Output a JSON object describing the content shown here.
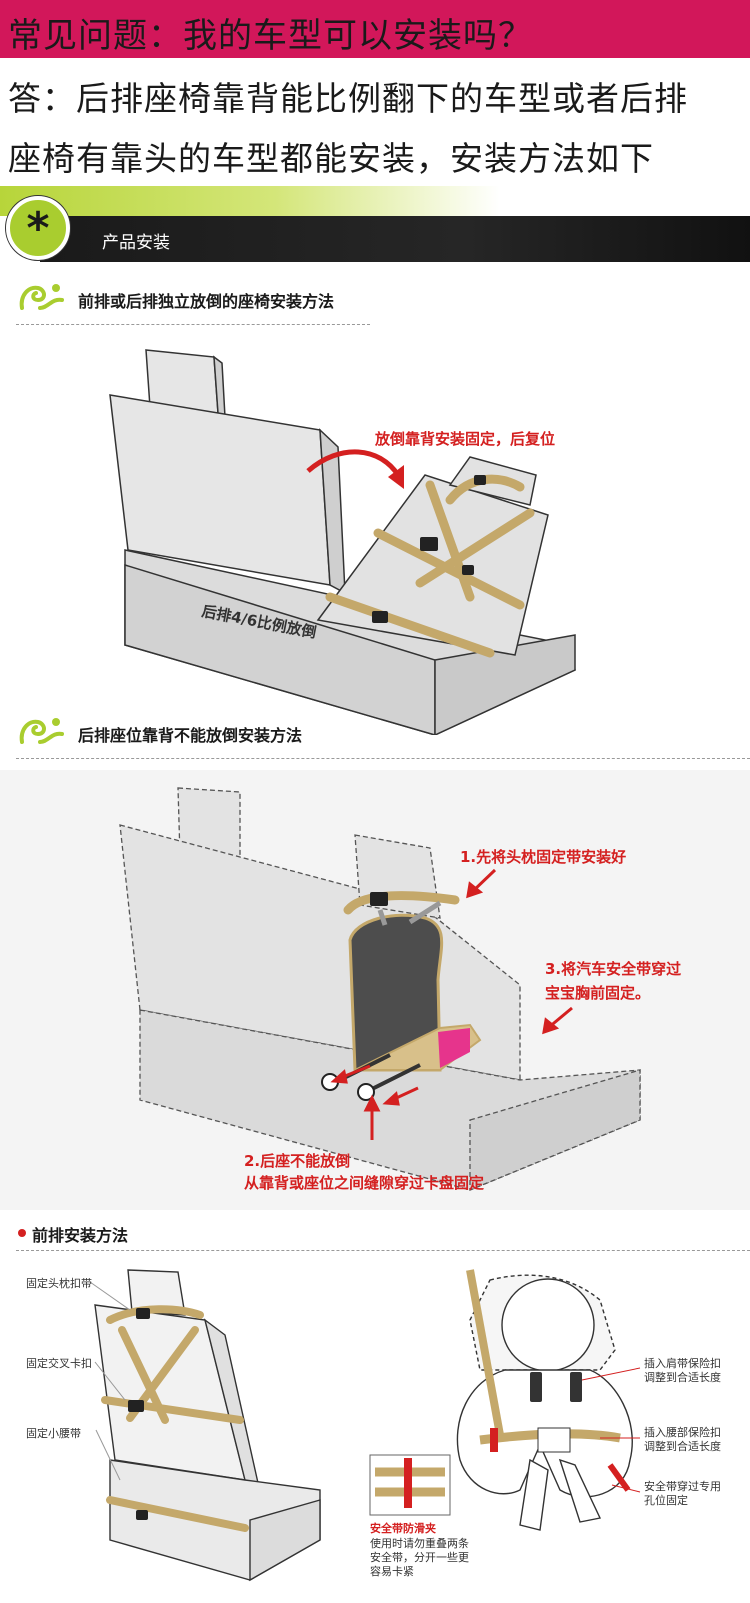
{
  "faq": {
    "question": "常见问题：我的车型可以安装吗？",
    "answer_line1": "答：后排座椅靠背能比例翻下的车型或者后排",
    "answer_line2": "座椅有靠头的车型都能安装，安装方法如下"
  },
  "banner": {
    "badge_symbol": "*",
    "title": "产品安装"
  },
  "section1": {
    "title": "前排或后排独立放倒的座椅安装方法",
    "annotation": "放倒靠背安装固定，后复位",
    "seat_label": "后排4/6比例放倒"
  },
  "section2": {
    "title": "后排座位靠背不能放倒安装方法",
    "step1": "1.先将头枕固定带安装好",
    "step3_line1": "3.将汽车安全带穿过",
    "step3_line2": "宝宝胸前固定。",
    "step2_line1": "2.后座不能放倒",
    "step2_line2": "从靠背或座位之间缝隙穿过卡盘固定"
  },
  "section3": {
    "title": "前排安装方法",
    "left_labels": [
      "固定头枕扣带",
      "固定交叉卡扣",
      "固定小腰带"
    ],
    "inset_title": "安全带防滑夹",
    "inset_lines": [
      "使用时请勿重叠两条",
      "安全带，分开一些更",
      "容易卡紧"
    ],
    "right_labels": [
      [
        "插入肩带保险扣",
        "调整到合适长度"
      ],
      [
        "插入腰部保险扣",
        "调整到合适长度"
      ],
      [
        "安全带穿过专用",
        "孔位固定"
      ]
    ]
  },
  "colors": {
    "faq_bar": "#d2175a",
    "banner_green": "#a9cd2f",
    "banner_dark": "#1a1a1a",
    "strap": "#c4a86a",
    "annotation_red": "#d42020",
    "seat_fill": "#e6e6e6"
  }
}
